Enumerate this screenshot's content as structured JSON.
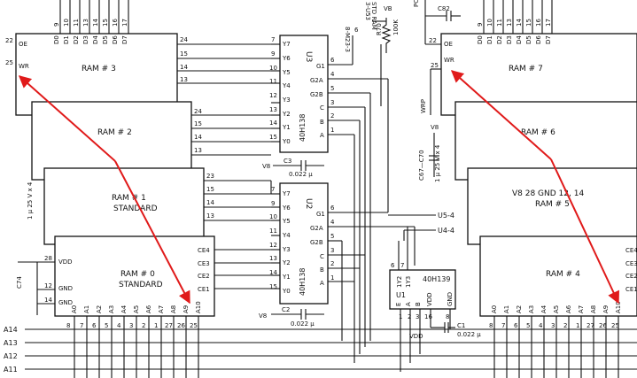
{
  "ram_chips": [
    {
      "label": "RAM # 3",
      "sub": ""
    },
    {
      "label": "RAM # 2",
      "sub": ""
    },
    {
      "label": "RAM # 1",
      "sub": "STANDARD"
    },
    {
      "label": "RAM # 0",
      "sub": "STANDARD"
    },
    {
      "label": "RAM # 7",
      "sub": ""
    },
    {
      "label": "RAM # 6",
      "sub": ""
    },
    {
      "label": "RAM # 5",
      "sub": ""
    },
    {
      "label": "RAM # 4",
      "sub": ""
    }
  ],
  "ram5_power_note": "V8 28 GND 12, 14",
  "ram_pins": {
    "oe": "OE",
    "wr": "WR",
    "vdd": "VDD",
    "gnd": "GND",
    "ce_labels": [
      "CE4",
      "CE3",
      "CE2",
      "CE1"
    ],
    "data_pin_labels": [
      "D0",
      "D1",
      "D2",
      "D3",
      "D4",
      "D5",
      "D6",
      "D7"
    ],
    "addr_pin_labels": [
      "A0",
      "A1",
      "A2",
      "A3",
      "A4",
      "A5",
      "A6",
      "A7",
      "A8",
      "A9",
      "A10"
    ],
    "addr_pin_numbers": [
      "8",
      "7",
      "6",
      "5",
      "4",
      "3",
      "2",
      "1",
      "27",
      "26",
      "25"
    ],
    "data_pin_numbers": [
      "9",
      "10",
      "11",
      "13",
      "14",
      "15",
      "16",
      "17"
    ],
    "left_pin_numbers": [
      "22",
      "25",
      "28",
      "12",
      "14"
    ],
    "right_pin_numbers": [
      "24",
      "15",
      "14",
      "13",
      "23"
    ]
  },
  "decoders": [
    {
      "name": "U3",
      "part": "40H138",
      "outputs": [
        "Y7",
        "Y6",
        "Y5",
        "Y4",
        "Y3",
        "Y2",
        "Y1",
        "Y0"
      ],
      "output_pins": [
        "7",
        "9",
        "10",
        "11",
        "12",
        "13",
        "14",
        "15"
      ],
      "inputs": [
        "G1",
        "G2A",
        "G2B",
        "C",
        "B",
        "A"
      ],
      "input_pins": [
        "6",
        "4",
        "5",
        "3",
        "2",
        "1"
      ]
    },
    {
      "name": "U2",
      "part": "40H138",
      "outputs": [
        "Y7",
        "Y6",
        "Y5",
        "Y4",
        "Y3",
        "Y2",
        "Y1",
        "Y0"
      ],
      "output_pins": [
        "7",
        "9",
        "10",
        "11",
        "12",
        "13",
        "14",
        "15"
      ],
      "inputs": [
        "G1",
        "G2A",
        "G2B",
        "C",
        "B",
        "A"
      ],
      "input_pins": [
        "6",
        "4",
        "5",
        "3",
        "2",
        "1"
      ]
    }
  ],
  "u1": {
    "name": "U1",
    "part": "40H139",
    "pins": [
      "1Y2",
      "1Y3",
      "VDD",
      "GND",
      "A",
      "B",
      "E"
    ],
    "pin_numbers": [
      "6",
      "7",
      "16",
      "8",
      "2",
      "3",
      "1"
    ]
  },
  "signals": {
    "m23": "8-M23-3",
    "m23_pin": "6",
    "u53": "3-U53",
    "u53_sub": "STD RAM",
    "vb": "VB",
    "r70": "R70",
    "r70_value": "100K",
    "u5_4": "U5-4",
    "u4_4": "U4-4",
    "pow": "POW",
    "c82": "C82",
    "c67_c70": "C67—C70",
    "c67_value": "1 µ 25 V x 4",
    "c74": "C74",
    "c74_value": "1 µ 25 V x 4",
    "v8": "V8",
    "vdd": "VDD",
    "c1": "C1",
    "c1_value": "0.022 µ",
    "c2": "C2",
    "c3": "C3",
    "cap_value": "0.022 µ",
    "wrp": "WRP"
  },
  "address_bus": [
    "A14",
    "A13",
    "A12",
    "A11"
  ],
  "annotation_arrows": {
    "color": "#e01a1a",
    "count": 4
  },
  "colors": {
    "ink": "#111111",
    "paper": "#ffffff",
    "highlight": "#e01a1a"
  }
}
